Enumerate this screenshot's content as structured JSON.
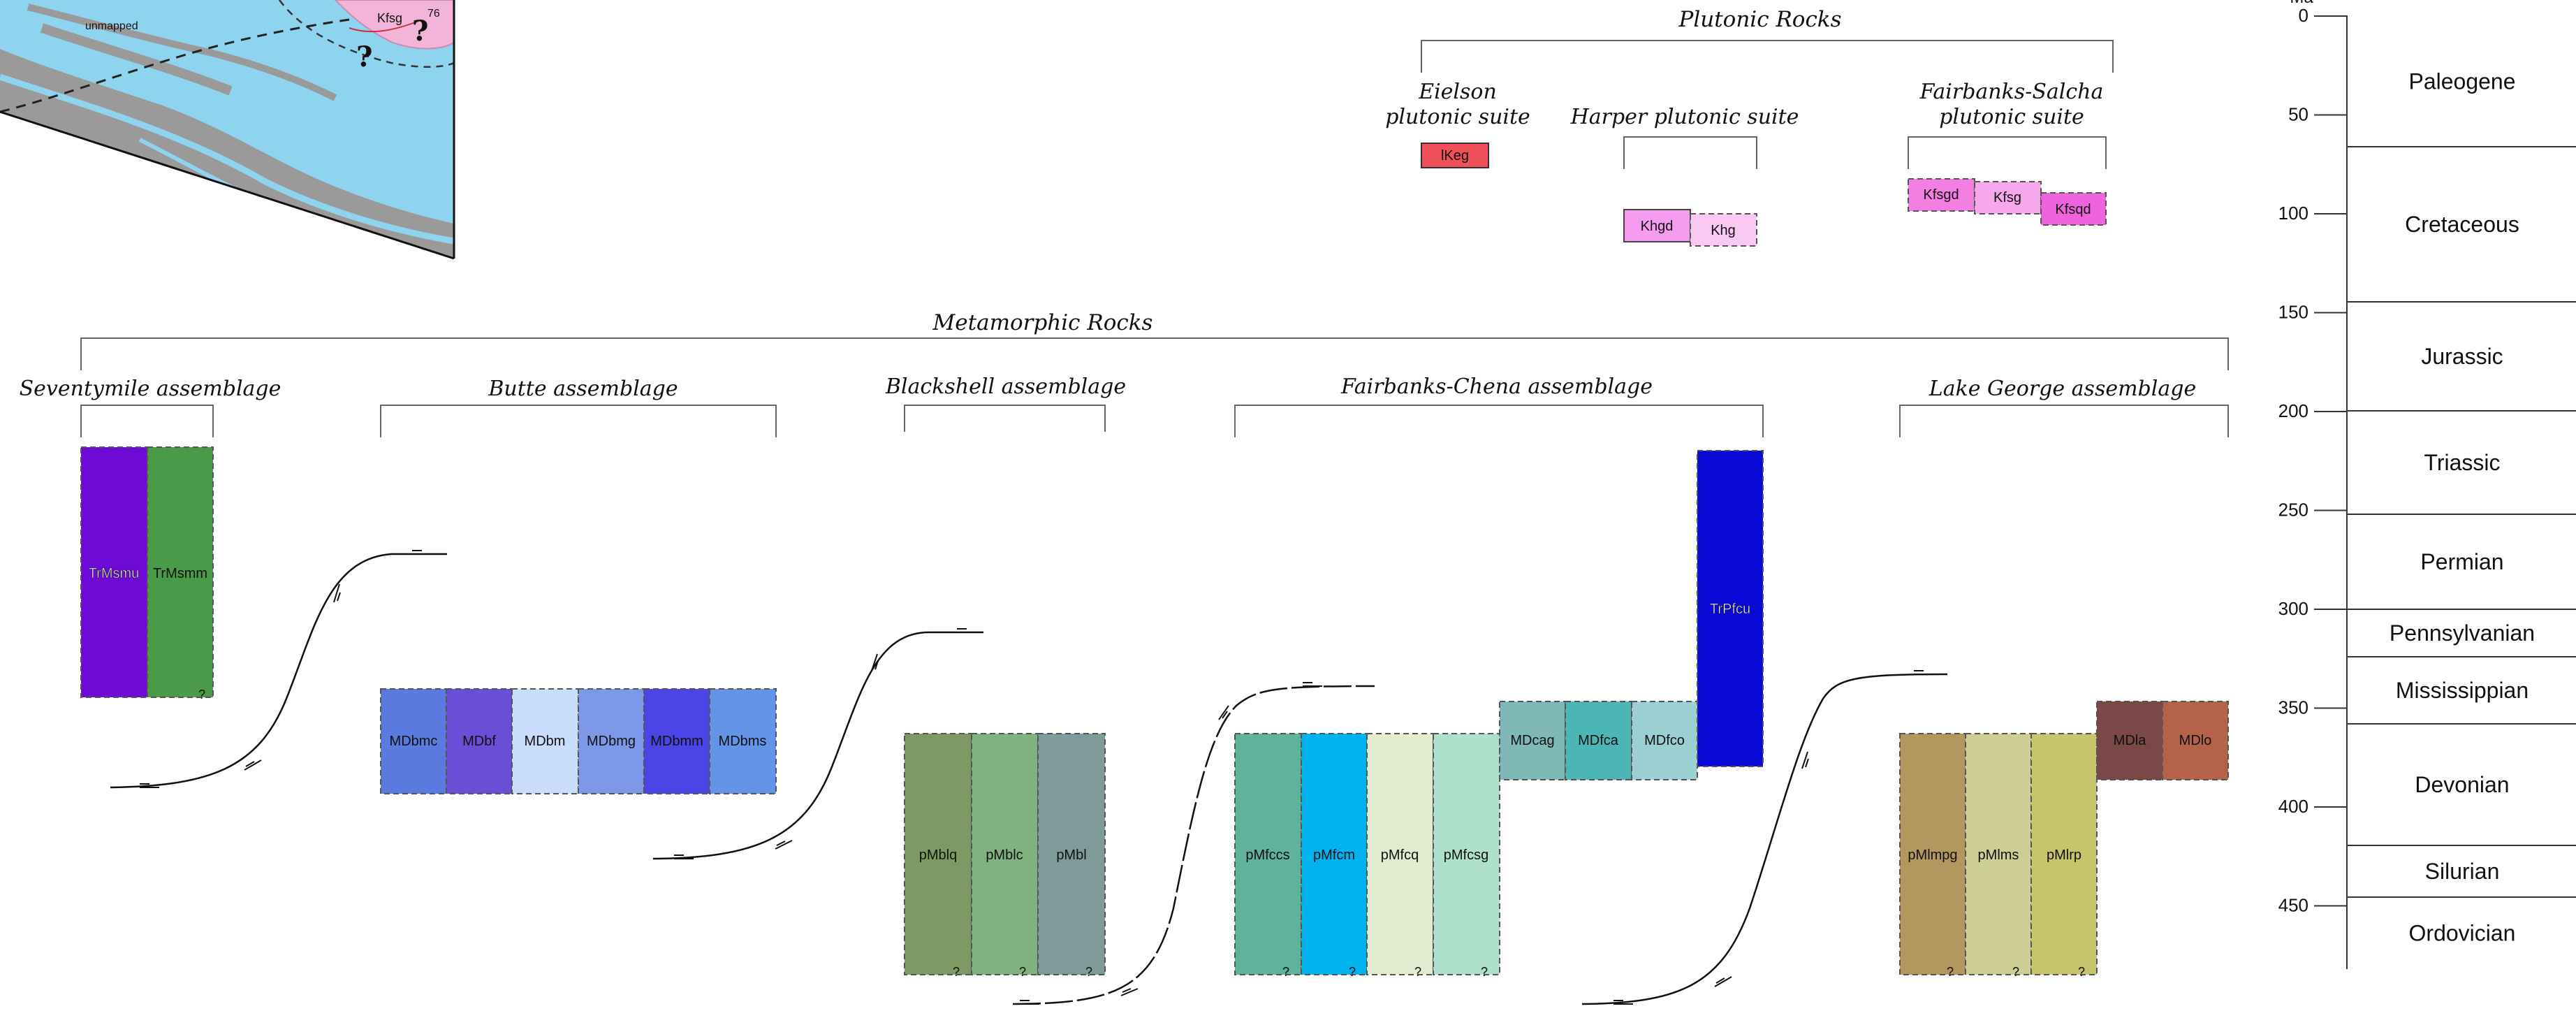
{
  "map_inset": {
    "label_unmapped": "unmapped",
    "label_kfsg": "Kfsg",
    "label_76": "76",
    "colors": {
      "water": "#8fd4ef",
      "land": "#9a9a9a",
      "pluton": "#f2b5d9",
      "fault": "#d0303a"
    }
  },
  "plutonic": {
    "title": "Plutonic Rocks",
    "suites": [
      {
        "name_lines": [
          "Eielson",
          "plutonic suite"
        ],
        "units": [
          {
            "label": "lKeg",
            "color": "#f0505a"
          }
        ]
      },
      {
        "name_lines": [
          "Harper plutonic suite"
        ],
        "units": [
          {
            "label": "Khgd",
            "color": "#f59cf0"
          },
          {
            "label": "Khg",
            "color": "#f9c9f4"
          }
        ]
      },
      {
        "name_lines": [
          "Fairbanks-Salcha",
          "plutonic suite"
        ],
        "units": [
          {
            "label": "Kfsgd",
            "color": "#f47fe3"
          },
          {
            "label": "Kfsg",
            "color": "#f7a8ec"
          },
          {
            "label": "Kfsqd",
            "color": "#ef63dc"
          }
        ]
      }
    ]
  },
  "metamorphic": {
    "title": "Metamorphic Rocks",
    "assemblages": [
      {
        "name": "Seventymile assemblage",
        "units": [
          {
            "label": "TrMsmu",
            "color": "#6d0ad6"
          },
          {
            "label": "TrMsmm",
            "color": "#4a9a4a"
          }
        ]
      },
      {
        "name": "Butte assemblage",
        "units": [
          {
            "label": "MDbmc",
            "color": "#5b7ae0"
          },
          {
            "label": "MDbf",
            "color": "#6a4fd6"
          },
          {
            "label": "MDbm",
            "color": "#c9dcfb"
          },
          {
            "label": "MDbmg",
            "color": "#7e98e8"
          },
          {
            "label": "MDbmm",
            "color": "#4b44e6"
          },
          {
            "label": "MDbms",
            "color": "#6394e8"
          }
        ]
      },
      {
        "name": "Blackshell assemblage",
        "units": [
          {
            "label": "pMblq",
            "color": "#7d9a64"
          },
          {
            "label": "pMblc",
            "color": "#7fb27f"
          },
          {
            "label": "pMbl",
            "color": "#7e9a99"
          }
        ]
      },
      {
        "name": "Fairbanks-Chena assemblage",
        "units": [
          {
            "label": "pMfccs",
            "color": "#60b29a"
          },
          {
            "label": "pMfcm",
            "color": "#00b2ee"
          },
          {
            "label": "pMfcq",
            "color": "#e0ebd0"
          },
          {
            "label": "pMfcsg",
            "color": "#aee0cc"
          },
          {
            "label": "MDcag",
            "color": "#80b8b8"
          },
          {
            "label": "MDfca",
            "color": "#4cb6b6"
          },
          {
            "label": "MDfco",
            "color": "#9ccfd2"
          },
          {
            "label": "TrPfcu",
            "color": "#0a0ad8"
          }
        ]
      },
      {
        "name": "Lake George assemblage",
        "units": [
          {
            "label": "pMlmpg",
            "color": "#b3975e"
          },
          {
            "label": "pMlms",
            "color": "#cdcd96"
          },
          {
            "label": "pMlrp",
            "color": "#c8c46e"
          },
          {
            "label": "MDla",
            "color": "#7b4848"
          },
          {
            "label": "MDlo",
            "color": "#b5624a"
          }
        ]
      }
    ]
  },
  "query_mark": "?",
  "timescale": {
    "unit": "Ma",
    "ticks": [
      "0",
      "50",
      "100",
      "150",
      "200",
      "250",
      "300",
      "350",
      "400",
      "450"
    ],
    "periods": [
      "Paleogene",
      "Cretaceous",
      "Jurassic",
      "Triassic",
      "Permian",
      "Pennsylvanian",
      "Mississippian",
      "Devonian",
      "Silurian",
      "Ordovician"
    ]
  }
}
